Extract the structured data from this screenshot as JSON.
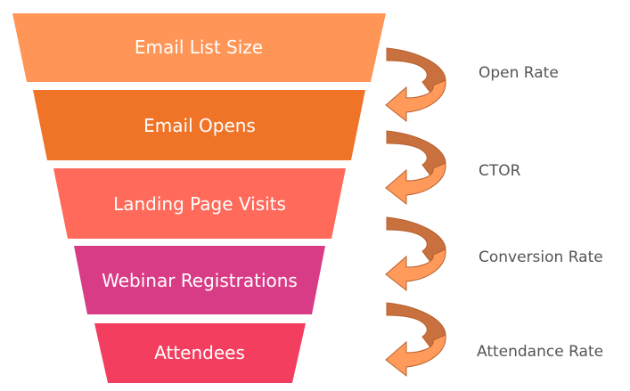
{
  "funnel": {
    "stages": [
      {
        "label": "Email List Size",
        "color": "#FF9557"
      },
      {
        "label": "Email Opens",
        "color": "#F07427"
      },
      {
        "label": "Landing Page Visits",
        "color": "#FF6A5A"
      },
      {
        "label": "Webinar Registrations",
        "color": "#D93C86"
      },
      {
        "label": "Attendees",
        "color": "#F33E5F"
      }
    ],
    "transitions": [
      {
        "label": "Open Rate"
      },
      {
        "label": "CTOR"
      },
      {
        "label": "Conversion Rate"
      },
      {
        "label": "Attendance Rate"
      }
    ],
    "arrow_colors": {
      "back": "#C9703F",
      "front": "#FF9A5A",
      "stroke": "#B8602E"
    }
  }
}
